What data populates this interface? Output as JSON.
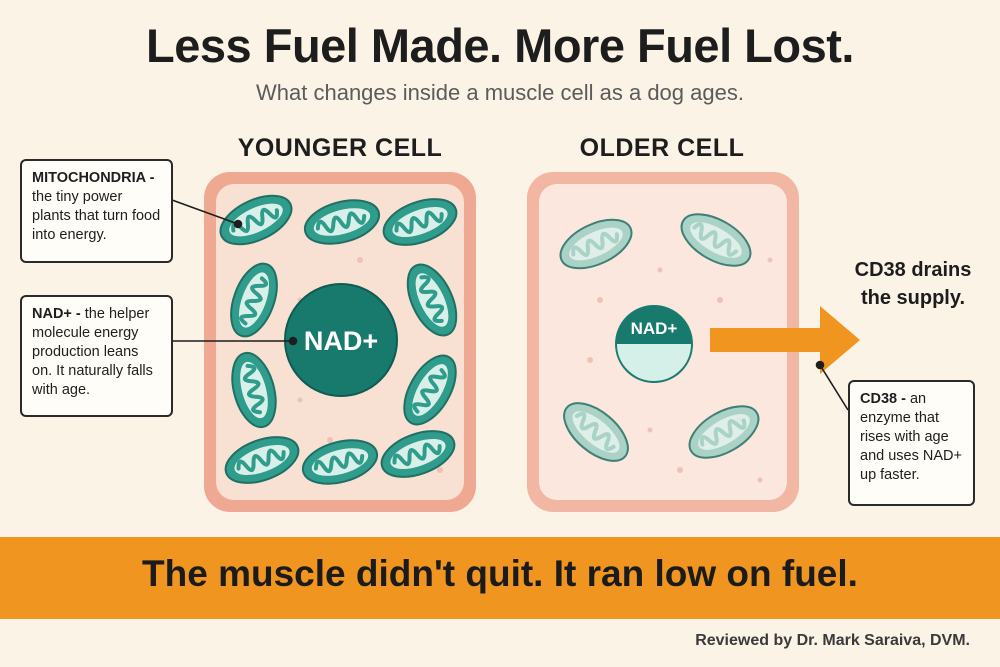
{
  "title": "Less Fuel Made. More Fuel Lost.",
  "subtitle": "What changes inside a muscle cell as a dog ages.",
  "younger_cell": {
    "label": "YOUNGER CELL",
    "nad_label": "NAD+"
  },
  "older_cell": {
    "label": "OLDER CELL",
    "nad_label": "NAD+"
  },
  "callouts": {
    "mitochondria": {
      "term": "MITOCHONDRIA -",
      "text": "the tiny power plants that turn food into energy."
    },
    "nad": {
      "term": "NAD+ -",
      "text": "the helper molecule energy production leans on. It naturally falls with age."
    },
    "cd38": {
      "term": "CD38 -",
      "text": "an enzyme that rises with age and uses NAD+ up faster."
    }
  },
  "drain_text": "CD38 drains the supply.",
  "banner": "The muscle didn't quit. It ran low on fuel.",
  "footer": "Reviewed by Dr. Mark Saraiva, DVM.",
  "colors": {
    "background": "#fbf3e6",
    "cell_border": "#e8a38e",
    "cell_fill": "#f8ddd0",
    "mito_teal": "#2f9c8c",
    "nad_teal": "#15796c",
    "arrow_orange": "#f0951f"
  }
}
